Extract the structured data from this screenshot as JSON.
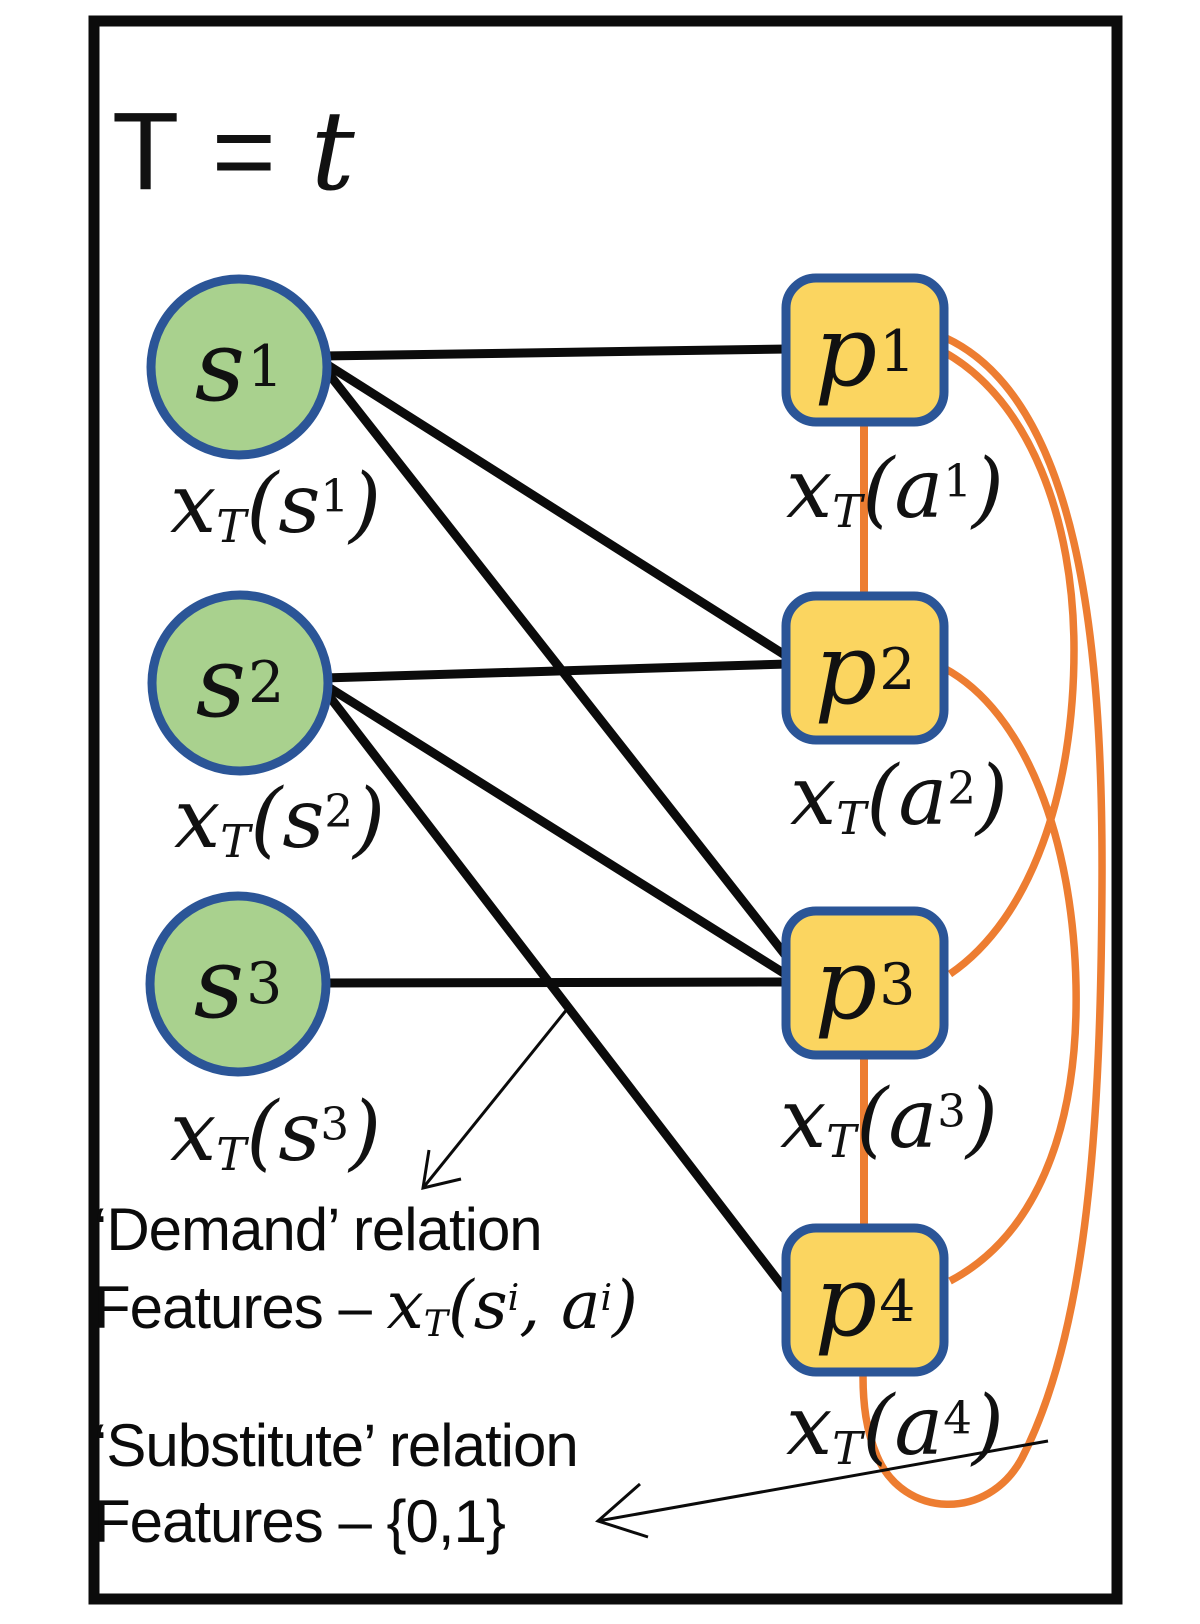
{
  "title": {
    "prefix": "T = ",
    "time_var": "t"
  },
  "colors": {
    "supplier_fill": "#A9D18E",
    "product_fill": "#FBD560",
    "node_border": "#2B5597",
    "demand_edge": "#0B0B0B",
    "substitute_edge": "#ED7D31",
    "frame": "#0B0B0B"
  },
  "suppliers": [
    {
      "id": "s1",
      "symbol": "s",
      "superscript": "1",
      "feature": {
        "var": "x",
        "sub": "T",
        "open": "(s",
        "sup": "1",
        "close": ")"
      }
    },
    {
      "id": "s2",
      "symbol": "s",
      "superscript": "2",
      "feature": {
        "var": "x",
        "sub": "T",
        "open": "(s",
        "sup": "2",
        "close": ")"
      }
    },
    {
      "id": "s3",
      "symbol": "s",
      "superscript": "3",
      "feature": {
        "var": "x",
        "sub": "T",
        "open": "(s",
        "sup": "3",
        "close": ")"
      }
    }
  ],
  "products": [
    {
      "id": "p1",
      "symbol": "p",
      "superscript": "1",
      "feature": {
        "var": "x",
        "sub": "T",
        "open": "(a",
        "sup": "1",
        "close": ")"
      }
    },
    {
      "id": "p2",
      "symbol": "p",
      "superscript": "2",
      "feature": {
        "var": "x",
        "sub": "T",
        "open": "(a",
        "sup": "2",
        "close": ")"
      }
    },
    {
      "id": "p3",
      "symbol": "p",
      "superscript": "3",
      "feature": {
        "var": "x",
        "sub": "T",
        "open": "(a",
        "sup": "3",
        "close": ")"
      }
    },
    {
      "id": "p4",
      "symbol": "p",
      "superscript": "4",
      "feature": {
        "var": "x",
        "sub": "T",
        "open": "(a",
        "sup": "4",
        "close": ")"
      }
    }
  ],
  "edges": {
    "demand": [
      [
        "s1",
        "p1"
      ],
      [
        "s1",
        "p2"
      ],
      [
        "s1",
        "p3"
      ],
      [
        "s2",
        "p2"
      ],
      [
        "s2",
        "p3"
      ],
      [
        "s2",
        "p4"
      ],
      [
        "s3",
        "p3"
      ]
    ],
    "substitute": [
      [
        "p1",
        "p2"
      ],
      [
        "p3",
        "p4"
      ],
      [
        "p1",
        "p3"
      ],
      [
        "p2",
        "p4"
      ],
      [
        "p1",
        "p4"
      ]
    ]
  },
  "annotations": {
    "demand": {
      "line1": "‘Demand’ relation",
      "line2_prefix": "Features – ",
      "formula": {
        "var": "x",
        "sub": "T",
        "open": "(s",
        "sup1": "i",
        "mid": ", a",
        "sup2": "i",
        "close": ")"
      }
    },
    "substitute": {
      "line1": "‘Substitute’ relation",
      "line2": "Features – {0,1}"
    }
  }
}
